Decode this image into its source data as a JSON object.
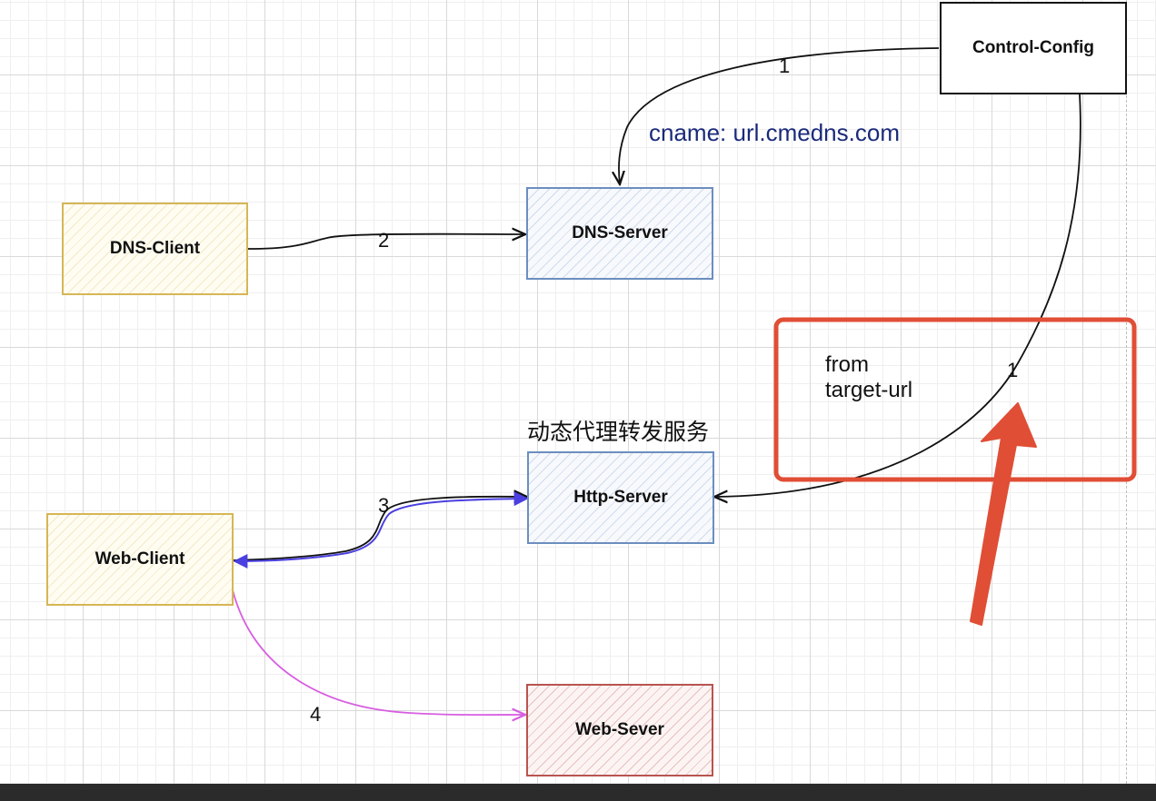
{
  "nodes": {
    "control_config": "Control-Config",
    "dns_server": "DNS-Server",
    "dns_client": "DNS-Client",
    "http_server": "Http-Server",
    "web_client": "Web-Client",
    "web_server": "Web-Sever"
  },
  "edge_labels": {
    "config_to_dns": "1",
    "config_to_http": "1",
    "client_to_dns": "2",
    "http_web_client": "3",
    "web_client_to_server": "4"
  },
  "annotations": {
    "cname": "cname: url.cmedns.com",
    "http_server_caption": "动态代理转发服务",
    "note_text": "from\ntarget-url"
  },
  "colors": {
    "yellow_stroke": "#d6b656",
    "blue_stroke": "#6c8ebf",
    "red_stroke": "#b85450",
    "highlight": "#e04e35",
    "blue_edge": "#4a3fe0",
    "pink_edge": "#d75ee0"
  }
}
